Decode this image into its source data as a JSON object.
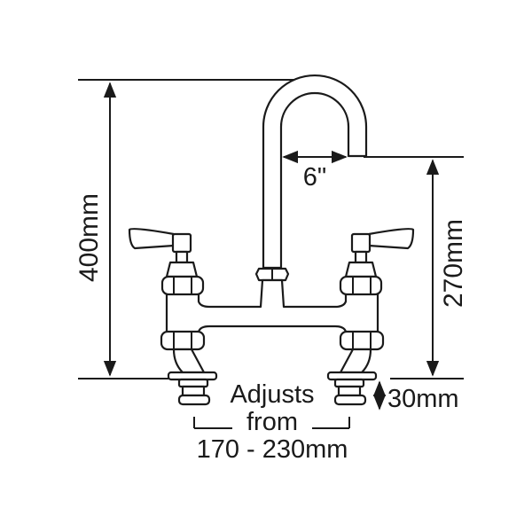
{
  "dimensions": {
    "height_total": "400mm",
    "spout_reach": "6\"",
    "spout_height": "270mm",
    "shank_length": "30mm"
  },
  "note": {
    "line1": "Adjusts",
    "line2": "from",
    "line3": "170 - 230mm"
  }
}
